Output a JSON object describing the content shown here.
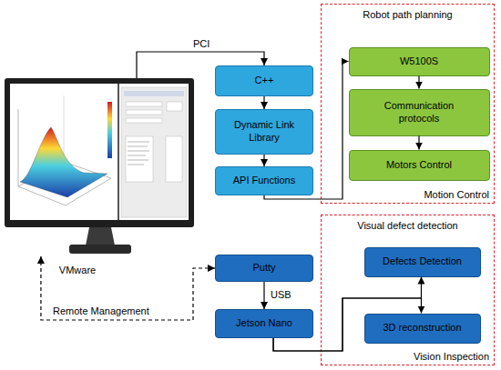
{
  "diagram": {
    "nodes": [
      {
        "text": [
          "VMware"
        ]
      },
      {
        "text": [
          "C++"
        ]
      },
      {
        "text": [
          "Dynamic Link Library"
        ]
      },
      {
        "text": [
          "API Functions"
        ]
      },
      {
        "text": [
          "Robot path planning",
          "Motion Control"
        ]
      },
      {
        "text": [
          "W5100S"
        ],
        "in": 4
      },
      {
        "text": [
          "Communication protocols"
        ],
        "in": 4
      },
      {
        "text": [
          "Motors Control"
        ],
        "in": 4
      },
      {
        "text": [
          "Putty"
        ]
      },
      {
        "text": [
          "Jetson Nano"
        ]
      },
      {
        "text": [
          "Visual defect detection",
          "Vision Inspection"
        ]
      },
      {
        "text": [
          "Defects Detection"
        ],
        "in": 10
      },
      {
        "text": [
          "3D reconstruction"
        ],
        "in": 10
      }
    ],
    "edges": [
      {
        "from": 0,
        "to": 1,
        "label": "PCI",
        "arrow": "to"
      },
      {
        "from": 1,
        "to": 2,
        "arrow": "to"
      },
      {
        "from": 2,
        "to": 3,
        "arrow": "to"
      },
      {
        "from": 3,
        "to": 5,
        "arrow": "to"
      },
      {
        "from": 5,
        "to": 6,
        "arrow": "to"
      },
      {
        "from": 6,
        "to": 7,
        "arrow": "to"
      },
      {
        "from": 8,
        "to": 9,
        "label": "USB",
        "arrow": "to"
      },
      {
        "from": 9,
        "to": 11,
        "arrow": "to"
      },
      {
        "from": 9,
        "to": 12,
        "arrow": "to"
      },
      {
        "from": 8,
        "to": 0,
        "label": "Remote Management",
        "arrow": "both"
      }
    ]
  }
}
